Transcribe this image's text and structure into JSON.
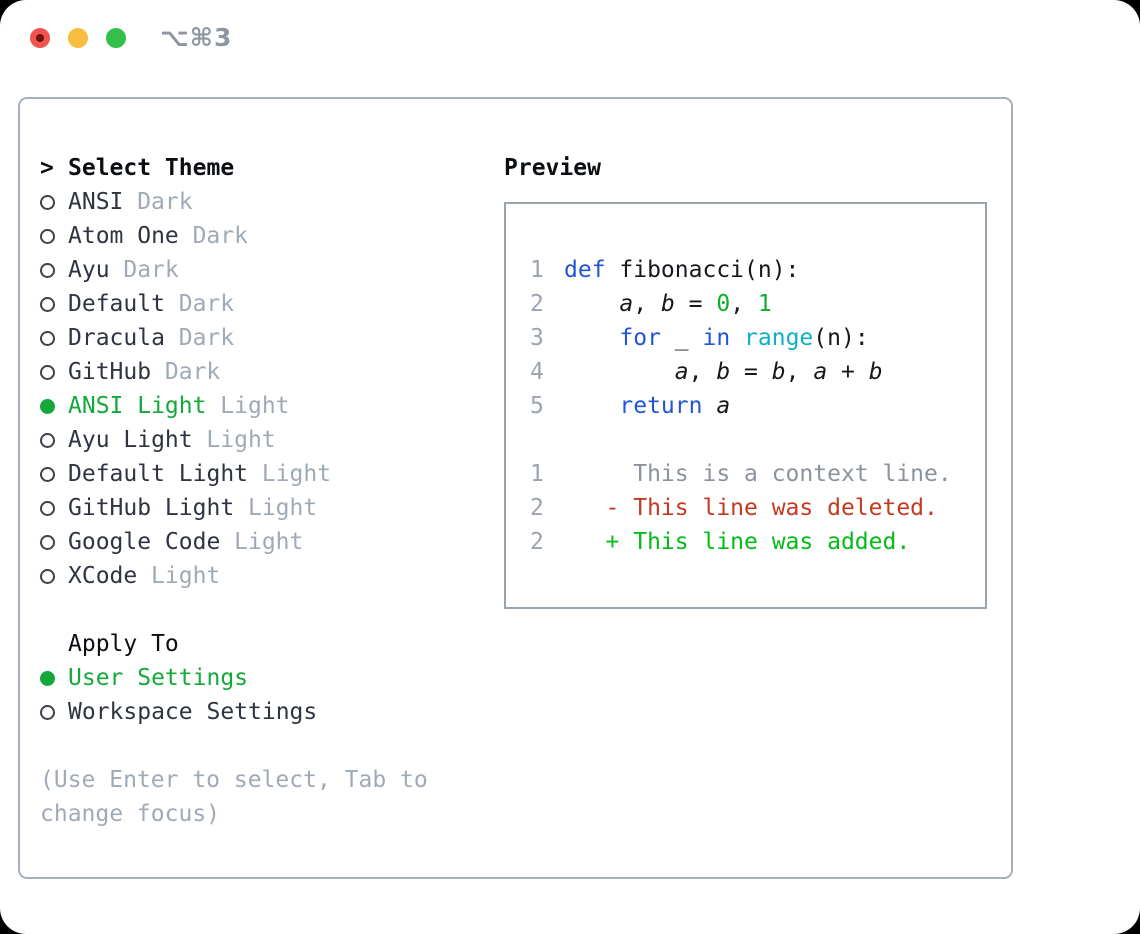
{
  "window": {
    "title_shortcut": "⌥⌘3"
  },
  "colors": {
    "selection_green": "#14a83b",
    "keyword_blue": "#2155d4",
    "builtin_cyan": "#0fb0c5",
    "number_green": "#0fae2e",
    "diff_deleted_red": "#c43a20",
    "diff_added_green": "#04bc17",
    "muted_gray": "#a0aab6",
    "line_number_gray": "#9aa3ae",
    "traffic_close": "#f0544e",
    "traffic_minimize": "#f6bd40",
    "traffic_zoom": "#33c04a"
  },
  "theme_panel": {
    "header_prefix": ">",
    "header": "Select Theme",
    "items": [
      {
        "label": "ANSI",
        "variant": "Dark",
        "selected": false
      },
      {
        "label": "Atom One",
        "variant": "Dark",
        "selected": false
      },
      {
        "label": "Ayu",
        "variant": "Dark",
        "selected": false
      },
      {
        "label": "Default",
        "variant": "Dark",
        "selected": false
      },
      {
        "label": "Dracula",
        "variant": "Dark",
        "selected": false
      },
      {
        "label": "GitHub",
        "variant": "Dark",
        "selected": false
      },
      {
        "label": "ANSI Light",
        "variant": "Light",
        "selected": true
      },
      {
        "label": "Ayu Light",
        "variant": "Light",
        "selected": false
      },
      {
        "label": "Default Light",
        "variant": "Light",
        "selected": false
      },
      {
        "label": "GitHub Light",
        "variant": "Light",
        "selected": false
      },
      {
        "label": "Google Code",
        "variant": "Light",
        "selected": false
      },
      {
        "label": "XCode",
        "variant": "Light",
        "selected": false
      }
    ],
    "apply_to": {
      "header": "Apply To",
      "options": [
        {
          "label": "User Settings",
          "selected": true
        },
        {
          "label": "Workspace Settings",
          "selected": false
        }
      ]
    },
    "hint": "(Use Enter to select, Tab to change focus)"
  },
  "preview": {
    "header": "Preview",
    "code_lines": [
      {
        "number": "1",
        "segments": [
          {
            "text": "def",
            "style": "keyword"
          },
          {
            "text": " fibonacci(n):",
            "style": "plain"
          }
        ]
      },
      {
        "number": "2",
        "segments": [
          {
            "text": "    ",
            "style": "plain"
          },
          {
            "text": "a",
            "style": "var"
          },
          {
            "text": ", ",
            "style": "plain"
          },
          {
            "text": "b",
            "style": "var"
          },
          {
            "text": " = ",
            "style": "plain"
          },
          {
            "text": "0",
            "style": "number"
          },
          {
            "text": ", ",
            "style": "plain"
          },
          {
            "text": "1",
            "style": "number"
          }
        ]
      },
      {
        "number": "3",
        "segments": [
          {
            "text": "    ",
            "style": "plain"
          },
          {
            "text": "for",
            "style": "keyword"
          },
          {
            "text": " _ ",
            "style": "plain"
          },
          {
            "text": "in",
            "style": "keyword"
          },
          {
            "text": " ",
            "style": "plain"
          },
          {
            "text": "range",
            "style": "builtin"
          },
          {
            "text": "(n):",
            "style": "plain"
          }
        ]
      },
      {
        "number": "4",
        "segments": [
          {
            "text": "        ",
            "style": "plain"
          },
          {
            "text": "a",
            "style": "var"
          },
          {
            "text": ", ",
            "style": "plain"
          },
          {
            "text": "b",
            "style": "var"
          },
          {
            "text": " = ",
            "style": "plain"
          },
          {
            "text": "b",
            "style": "var"
          },
          {
            "text": ", ",
            "style": "plain"
          },
          {
            "text": "a",
            "style": "var"
          },
          {
            "text": " + ",
            "style": "plain"
          },
          {
            "text": "b",
            "style": "var"
          }
        ]
      },
      {
        "number": "5",
        "segments": [
          {
            "text": "    ",
            "style": "plain"
          },
          {
            "text": "return",
            "style": "keyword"
          },
          {
            "text": " ",
            "style": "plain"
          },
          {
            "text": "a",
            "style": "var"
          }
        ]
      }
    ],
    "diff_lines": [
      {
        "number": "1",
        "segments": [
          {
            "text": "     This is a context line.",
            "style": "context"
          }
        ]
      },
      {
        "number": "2",
        "segments": [
          {
            "text": "   ",
            "style": "plain"
          },
          {
            "text": "- This line was deleted.",
            "style": "deleted"
          }
        ]
      },
      {
        "number": "2",
        "segments": [
          {
            "text": "   ",
            "style": "plain"
          },
          {
            "text": "+ This line was added.",
            "style": "added"
          }
        ]
      }
    ]
  }
}
